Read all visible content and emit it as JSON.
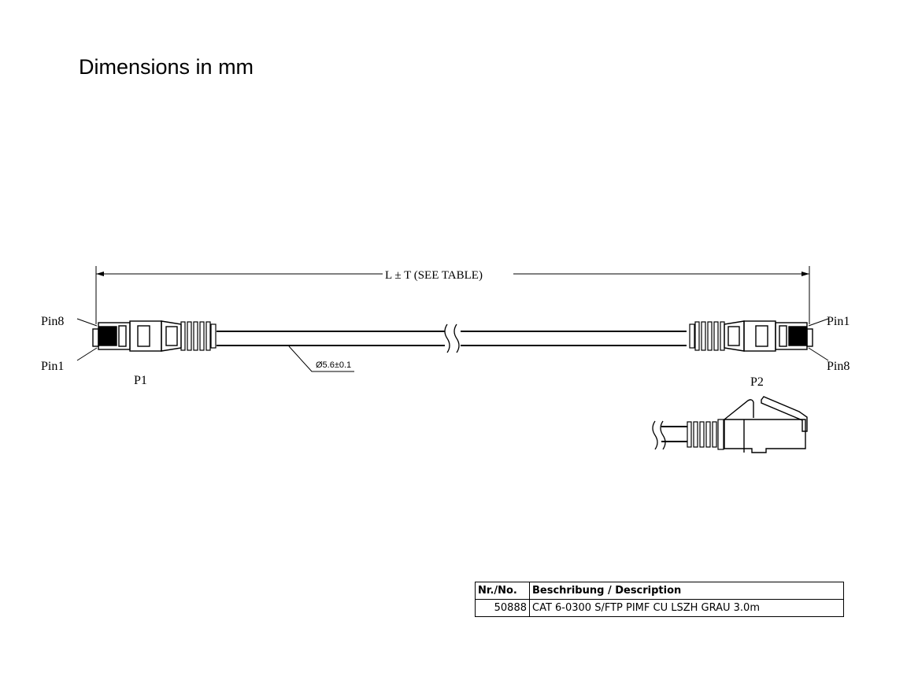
{
  "title": "Dimensions in mm",
  "drawing": {
    "length_dimension": "L ± T (SEE  TABLE)",
    "diameter_label": "Ø5.6±0.1",
    "p1": {
      "label": "P1",
      "pin_top": "Pin8",
      "pin_bottom": "Pin1"
    },
    "p2": {
      "label": "P2",
      "pin_top": "Pin1",
      "pin_bottom": "Pin8"
    }
  },
  "table": {
    "headers": [
      "Nr./No.",
      "Beschribung / Description"
    ],
    "rows": [
      [
        "50888",
        "CAT 6-0300 S/FTP PIMF CU LSZH GRAU  3.0m"
      ]
    ]
  }
}
